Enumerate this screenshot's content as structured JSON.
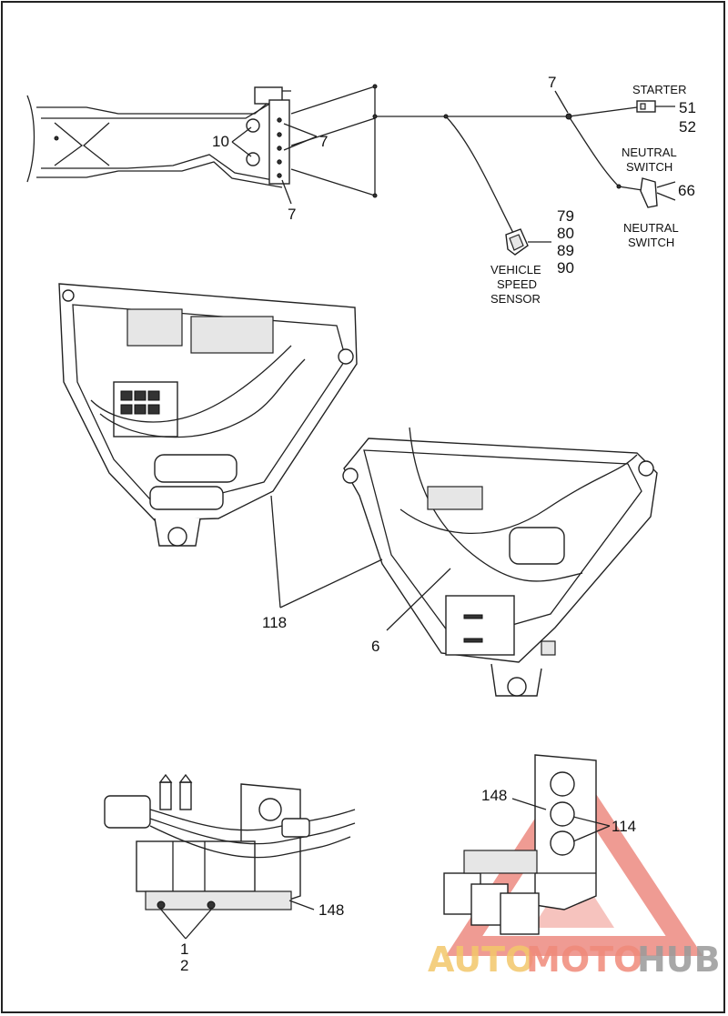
{
  "callouts": {
    "c10": "10",
    "c7_frame": "7",
    "c7_bottom": "7",
    "c7_top": "7",
    "c51": "51",
    "c52": "52",
    "c66": "66",
    "c79": "79",
    "c80": "80",
    "c89": "89",
    "c90": "90",
    "c118": "118",
    "c6": "6",
    "c148_left": "148",
    "c148_right": "148",
    "c114": "114",
    "c1": "1",
    "c2": "2"
  },
  "labels": {
    "starter": "STARTER",
    "neutral_switch_top_1": "NEUTRAL",
    "neutral_switch_top_2": "SWITCH",
    "neutral_switch_bottom_1": "NEUTRAL",
    "neutral_switch_bottom_2": "SWITCH",
    "vss_1": "VEHICLE",
    "vss_2": "SPEED",
    "vss_3": "SENSOR"
  },
  "watermark": {
    "part1": "AUTO",
    "part2": "MOTO",
    "part3": "HUB",
    "color_auto": "#f3c76a",
    "color_moto": "#f08a7a",
    "color_hub": "#b9b9b9",
    "triangle_color": "#e24a3b"
  }
}
